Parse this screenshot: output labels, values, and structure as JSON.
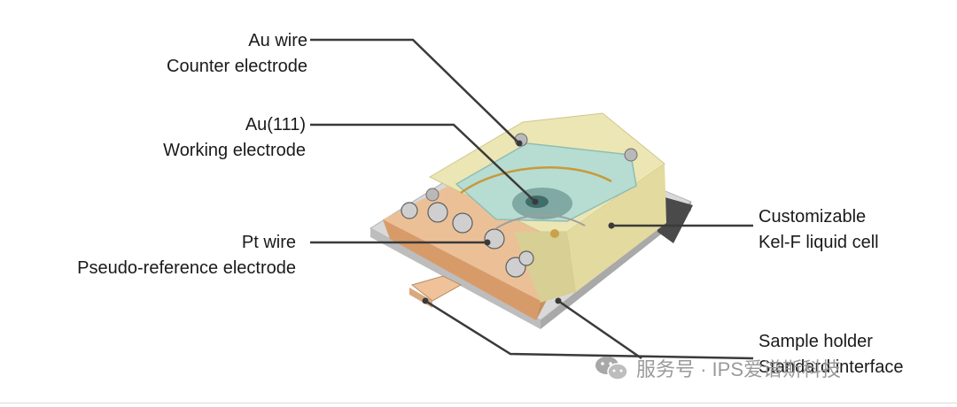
{
  "labels": {
    "au_wire": {
      "line1": "Au wire",
      "line2": "Counter electrode"
    },
    "au111": {
      "line1": "Au(111)",
      "line2": "Working electrode"
    },
    "pt_wire": {
      "line1": "Pt wire",
      "line2": "Pseudo-reference electrode"
    },
    "liquid_cell": {
      "line1": "Customizable",
      "line2": "Kel-F liquid cell"
    },
    "sample_holder": {
      "line1": "Sample holder",
      "line2": "Standard interface"
    }
  },
  "watermark": {
    "text": "服务号 · IPS爱谱斯科技",
    "icon": "wechat-icon"
  },
  "colors": {
    "kel_f": "#ece6b4",
    "kel_f_shade": "#d7cf93",
    "liquid": "#b7dcd2",
    "copper": "#e7b78a",
    "copper_shade": "#c98f5d",
    "base": "#d9d9d9",
    "leader_line": "#3a3a3a",
    "watermark": "#9a9a9a"
  }
}
